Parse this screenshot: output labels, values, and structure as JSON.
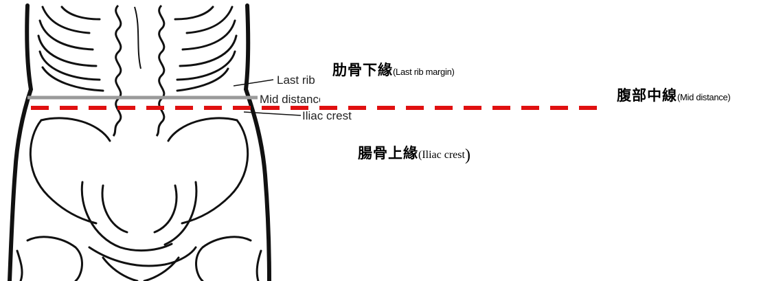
{
  "illustration": {
    "label_last_rib": "Last rib",
    "label_mid_distance": "Mid distance",
    "label_iliac_crest": "Iliac crest"
  },
  "annotations": {
    "last_rib_margin": {
      "cjk": "肋骨下緣",
      "en": "(Last rib margin)"
    },
    "mid_distance": {
      "cjk": "腹部中線",
      "en": "(Mid distance)"
    },
    "iliac_crest": {
      "cjk": "腸骨上緣",
      "en": "(Iliac crest",
      "close_paren": ")"
    }
  },
  "colors": {
    "dashed_line": "#e01010",
    "mid_line": "#9a9a9a",
    "outline": "#111111"
  }
}
